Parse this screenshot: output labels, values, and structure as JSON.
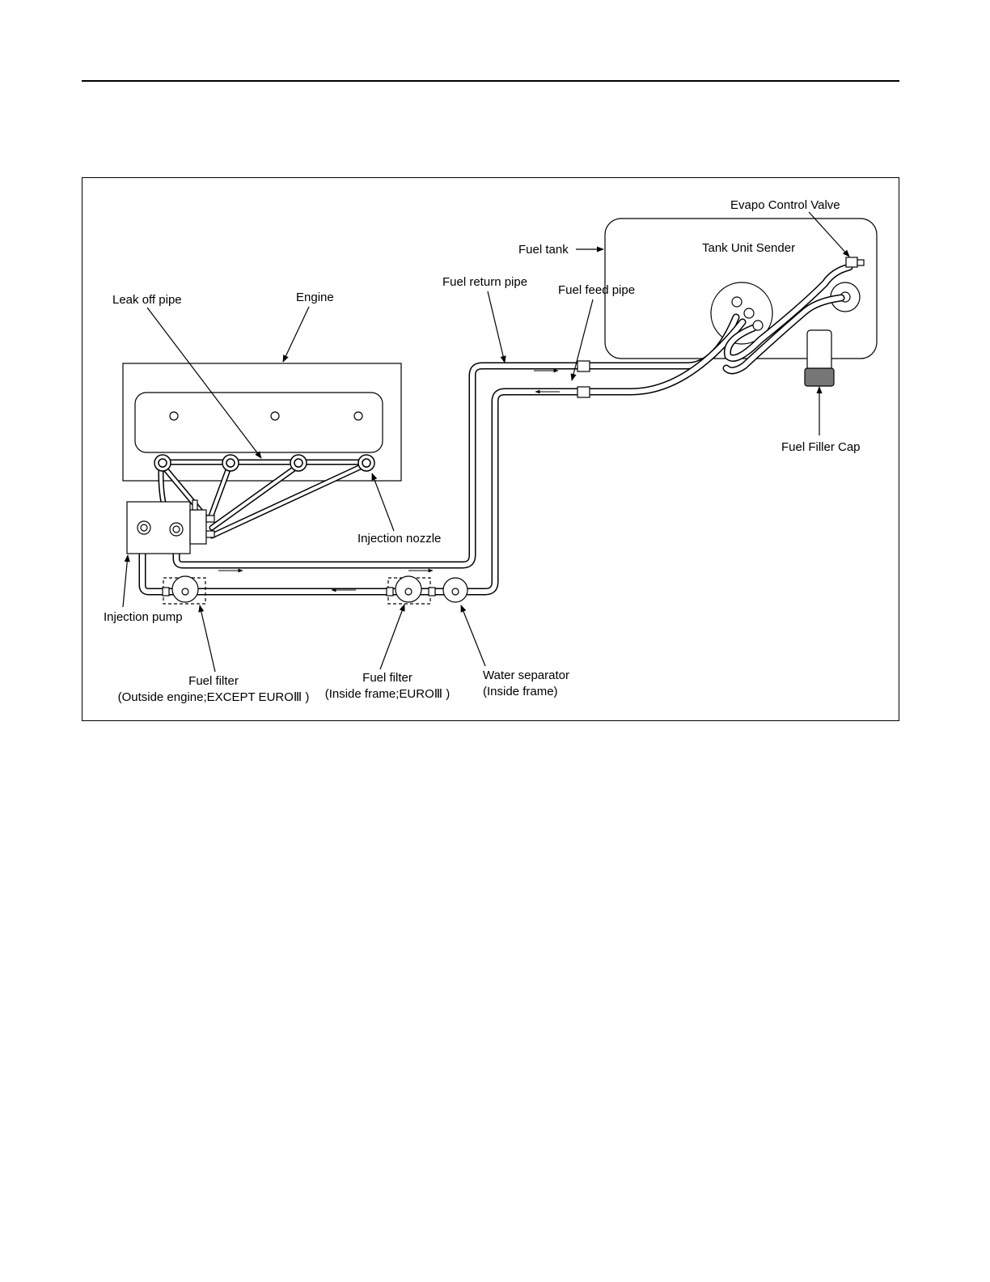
{
  "labels": {
    "evapo_control_valve": "Evapo Control Valve",
    "fuel_tank": "Fuel tank",
    "tank_unit_sender": "Tank Unit Sender",
    "fuel_return_pipe": "Fuel return pipe",
    "fuel_feed_pipe": "Fuel feed pipe",
    "leak_off_pipe": "Leak off pipe",
    "engine": "Engine",
    "fuel_filler_cap": "Fuel Filler Cap",
    "injection_nozzle": "Injection nozzle",
    "injection_pump": "Injection pump",
    "fuel_filter_outside_line1": "Fuel filter",
    "fuel_filter_outside_line2": "(Outside engine;EXCEPT EUROⅢ )",
    "fuel_filter_inside_line1": "Fuel filter",
    "fuel_filter_inside_line2": "(Inside frame;EUROⅢ )",
    "water_separator_line1": "Water separator",
    "water_separator_line2": "(Inside frame)"
  },
  "colors": {
    "line": "#000000",
    "background": "#ffffff"
  }
}
